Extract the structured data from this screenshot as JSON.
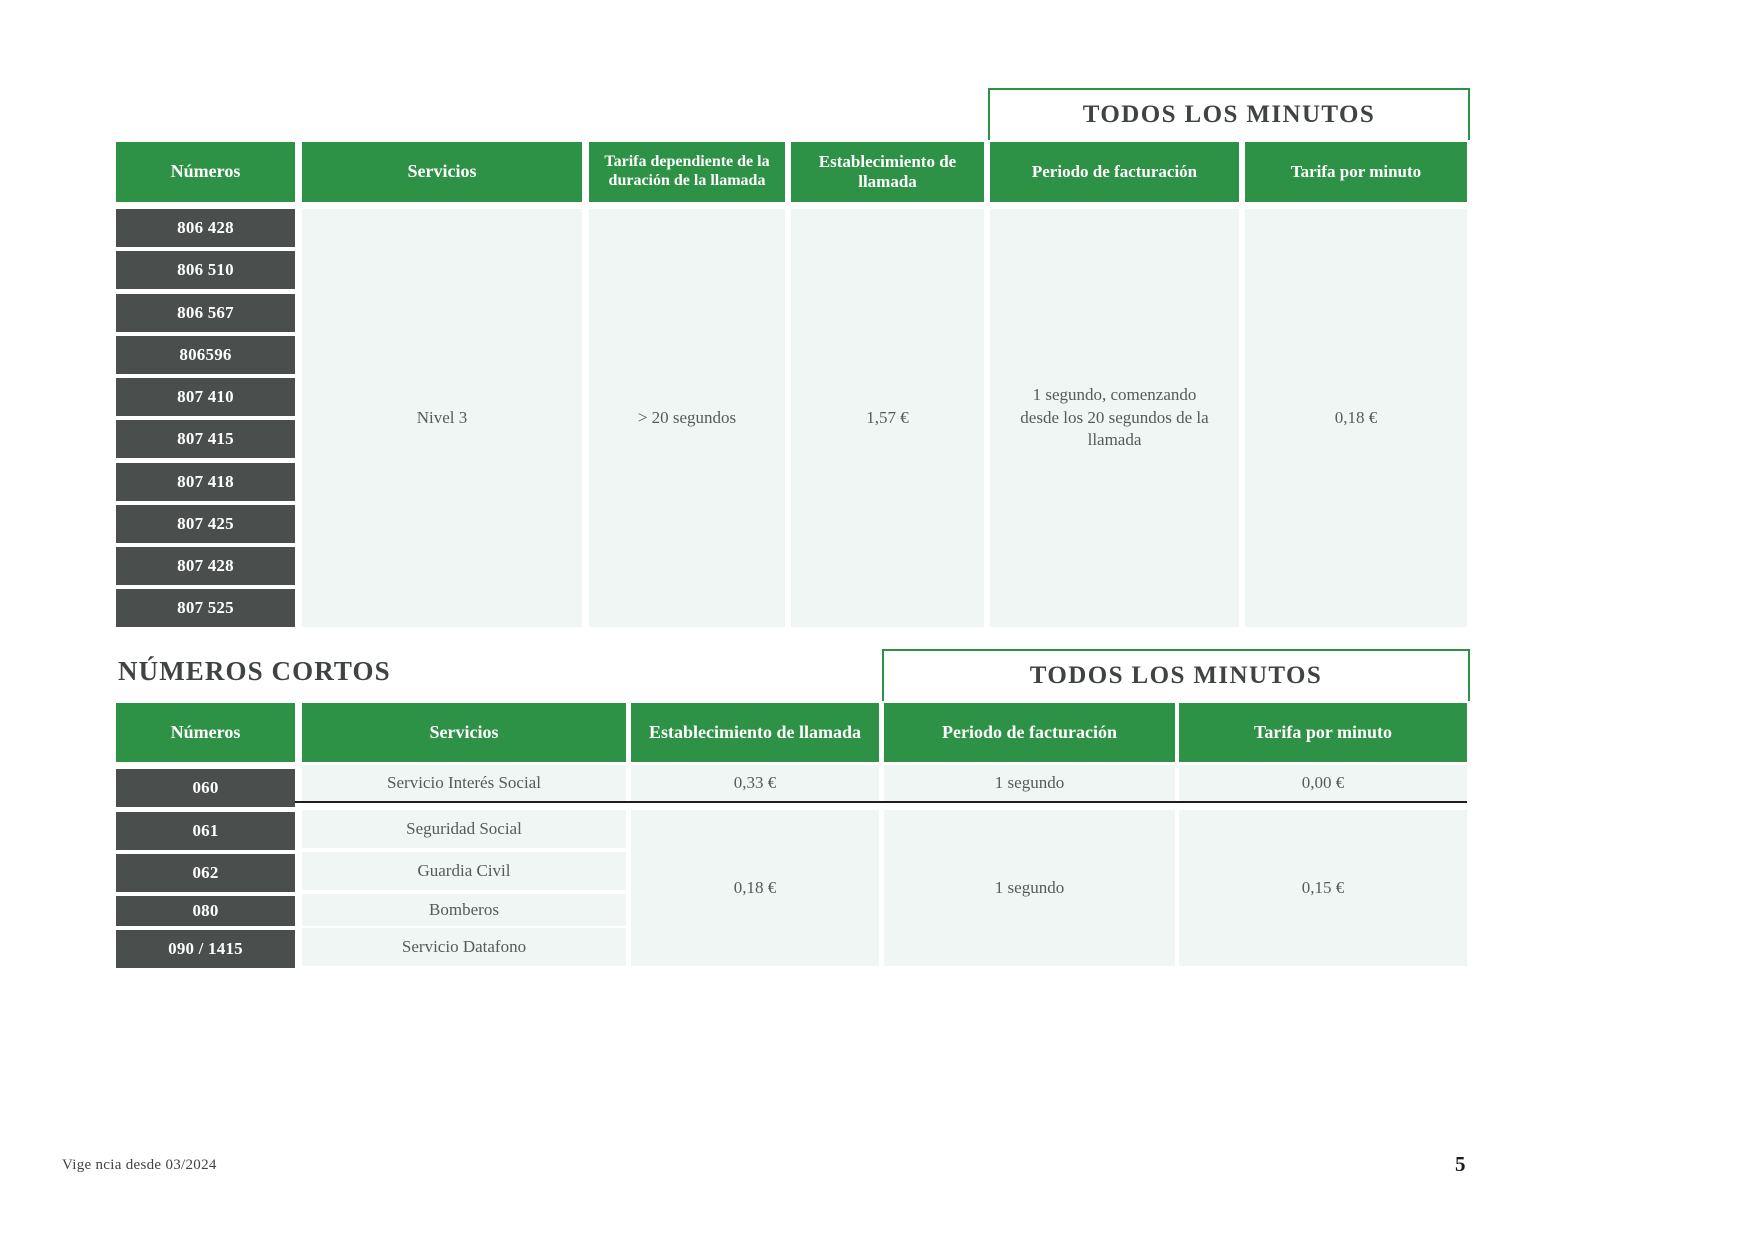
{
  "document": {
    "footer_note": "Vige ncia desde 03/2024",
    "page_number": "5"
  },
  "colors": {
    "header_green": "#2e9246",
    "number_chip_gray": "#4a4f4d",
    "cell_mint": "#f0f6f3",
    "text_dark": "#3f4443"
  },
  "table1": {
    "banner_label": "TODOS LOS MINUTOS",
    "headers": [
      "Números",
      "Servicios",
      "Tarifa dependiente de la duración de la llamada",
      "Establecimiento de llamada",
      "Periodo de facturación",
      "Tarifa por minuto"
    ],
    "numbers": [
      "806 428",
      "806 510",
      "806 567",
      "806596",
      "807 410",
      "807 415",
      "807 418",
      "807 425",
      "807 428",
      "807 525"
    ],
    "values": {
      "servicio": "Nivel 3",
      "tarifa_duracion": "> 20 segundos",
      "establecimiento": "1,57 €",
      "periodo_facturacion": "1 segundo, comenzando desde los 20 segundos de la llamada",
      "tarifa_minuto": "0,18 €"
    }
  },
  "table2": {
    "section_title": "NÚMEROS CORTOS",
    "banner_label": "TODOS LOS MINUTOS",
    "headers": [
      "Números",
      "Servicios",
      "Establecimiento de llamada",
      "Periodo de facturación",
      "Tarifa por minuto"
    ],
    "group1": {
      "rows": [
        {
          "numero": "060",
          "servicio": "Servicio Interés Social"
        }
      ],
      "establecimiento": "0,33 €",
      "periodo_facturacion": "1 segundo",
      "tarifa_minuto": "0,00 €"
    },
    "group2": {
      "rows": [
        {
          "numero": "061",
          "servicio": "Seguridad Social"
        },
        {
          "numero": "062",
          "servicio": "Guardia Civil"
        },
        {
          "numero": "080",
          "servicio": "Bomberos"
        },
        {
          "numero": "090 / 1415",
          "servicio": "Servicio Datafono"
        }
      ],
      "establecimiento": "0,18 €",
      "periodo_facturacion": "1 segundo",
      "tarifa_minuto": "0,15 €"
    }
  }
}
